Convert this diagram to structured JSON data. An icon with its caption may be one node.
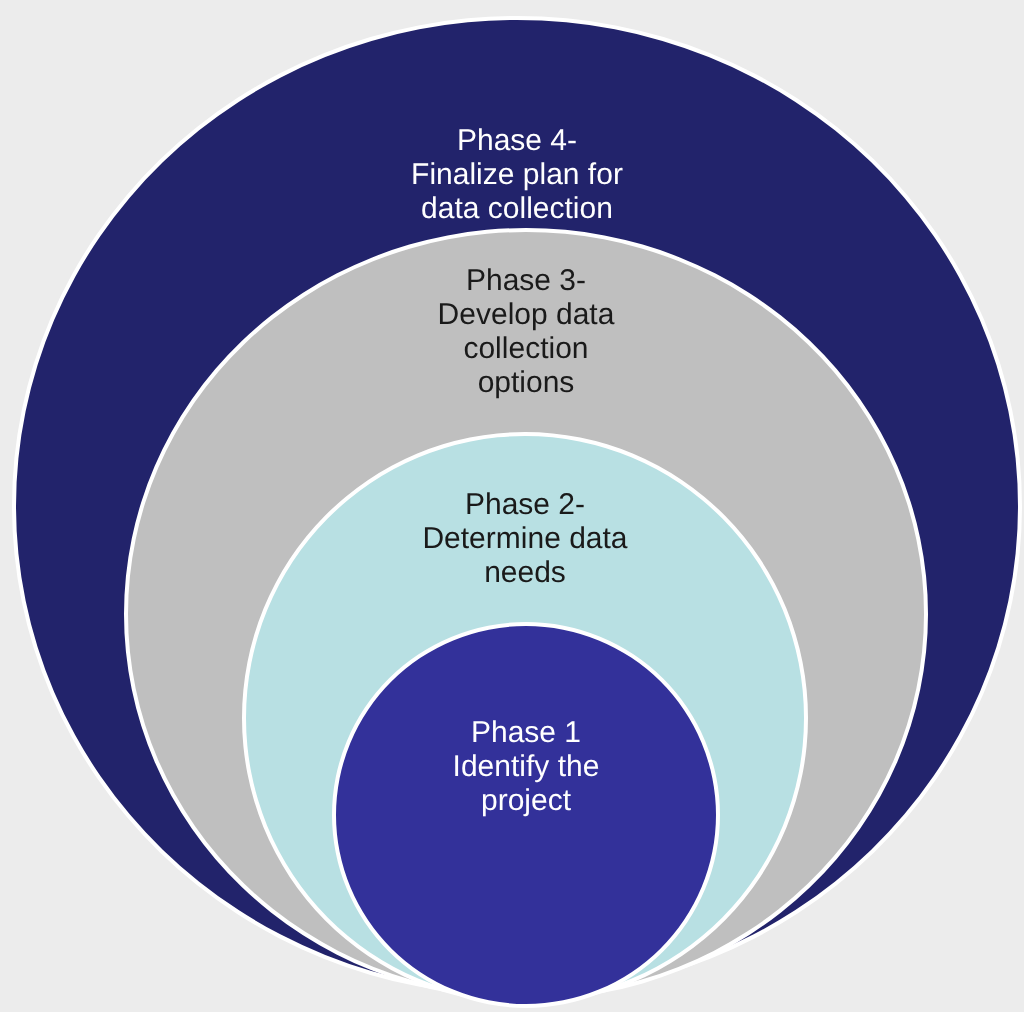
{
  "diagram": {
    "nodes": [
      {
        "text": [
          "Phase 4- Finalize plan for data collection"
        ]
      },
      {
        "text": [
          "Phase 3- Develop data collection options"
        ],
        "in": 0
      },
      {
        "text": [
          "Phase 2- Determine data needs"
        ],
        "in": 1
      },
      {
        "text": [
          "Phase 1 Identify the project"
        ],
        "in": 2
      }
    ]
  }
}
